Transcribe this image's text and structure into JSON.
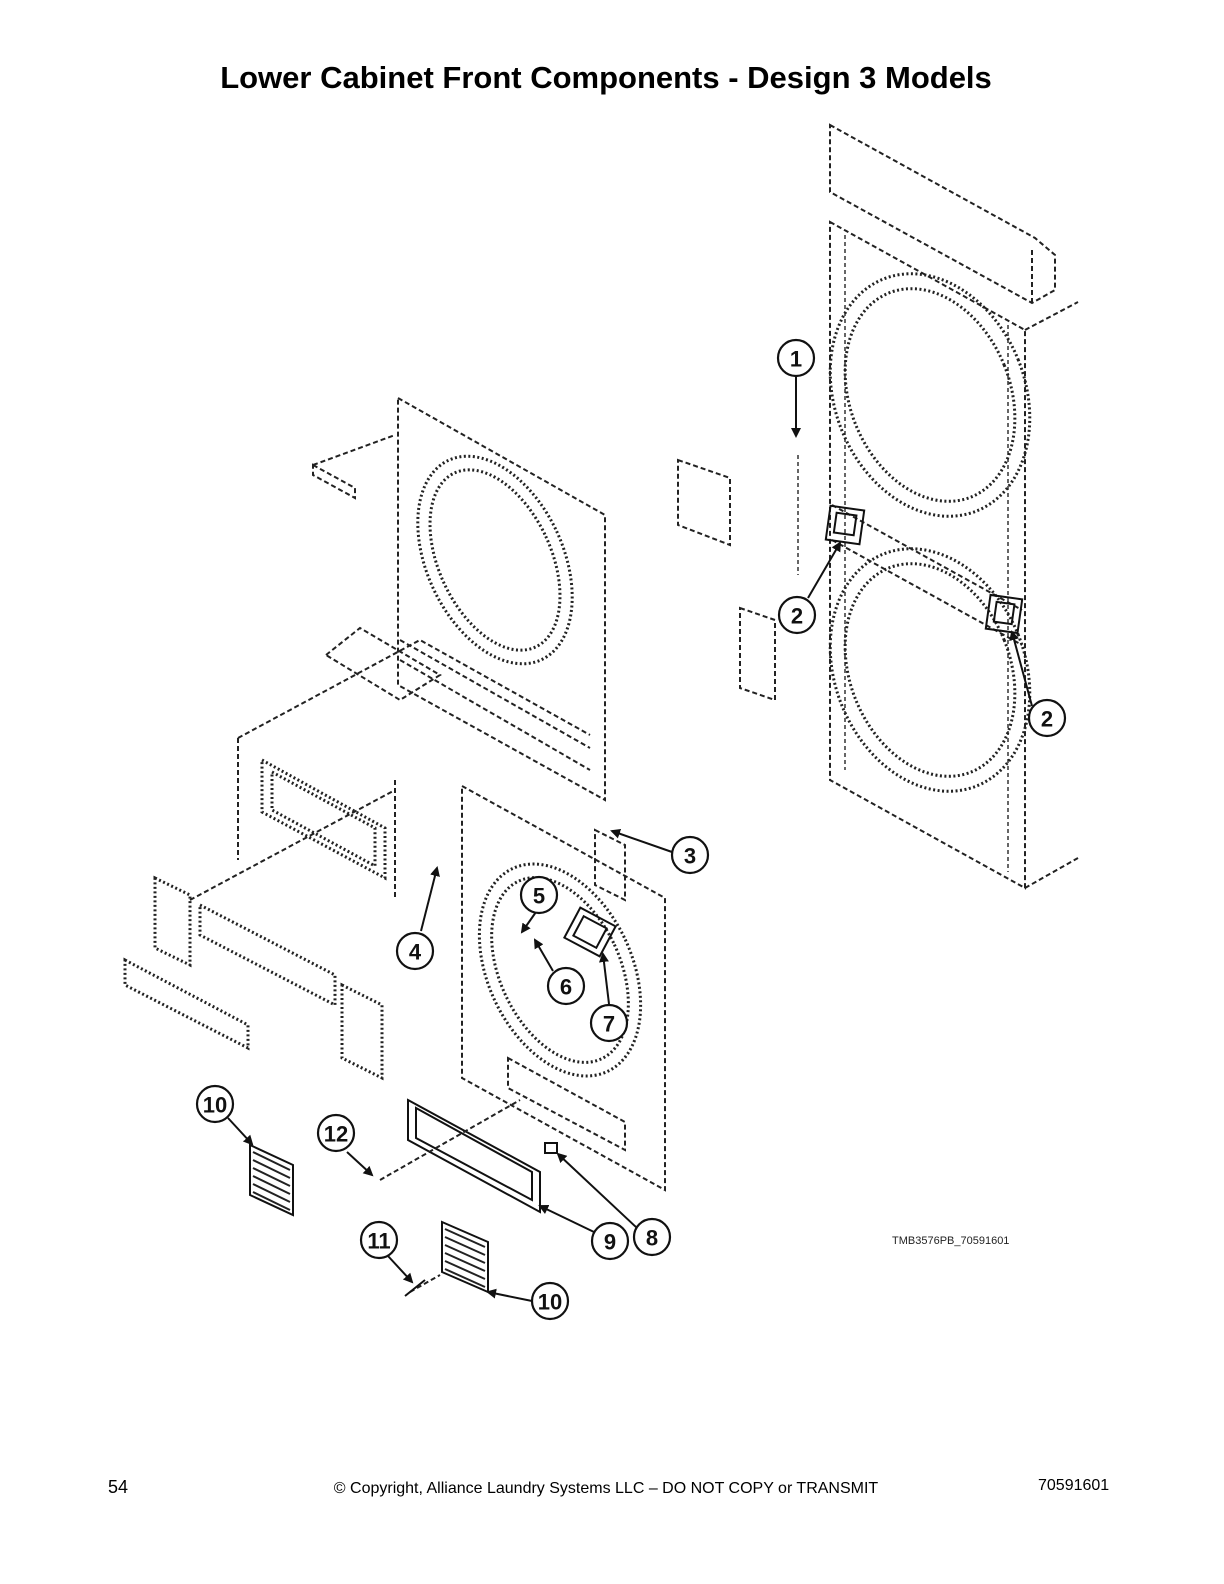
{
  "page": {
    "title": "Lower Cabinet Front Components - Design 3 Models",
    "drawing_code": "TMB3576PB_70591601",
    "footer": {
      "page_number": "54",
      "copyright": "© Copyright, Alliance Laundry Systems LLC – DO NOT COPY or TRANSMIT",
      "doc_number": "70591601"
    }
  },
  "callouts": [
    "1",
    "2",
    "2",
    "3",
    "4",
    "5",
    "6",
    "7",
    "8",
    "9",
    "10",
    "10",
    "11",
    "12"
  ]
}
